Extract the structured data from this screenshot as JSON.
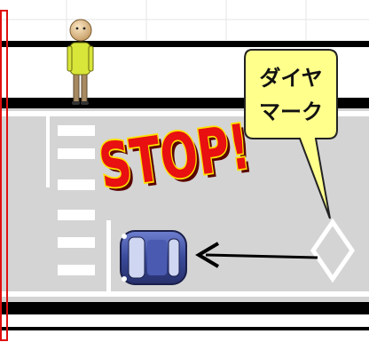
{
  "callout": {
    "line1": "ダイヤ",
    "line2": "マーク"
  },
  "stop_sign": {
    "text": "STOP!"
  },
  "colors": {
    "road": "#d4d4d4",
    "lane_line": "#ffffff",
    "road_edge": "#000000",
    "frame": "#e01010",
    "callout_fill": "#ffff8c",
    "stop_text": "#e81010",
    "stop_outline": "#ffe000",
    "car_body": "#3a4a9a",
    "shirt": "#d8e63a"
  },
  "icons": {
    "pedestrian": "standing-person-icon",
    "car": "car-top-view-icon",
    "arrow": "left-arrow-icon",
    "diamond": "diamond-marking-icon"
  }
}
